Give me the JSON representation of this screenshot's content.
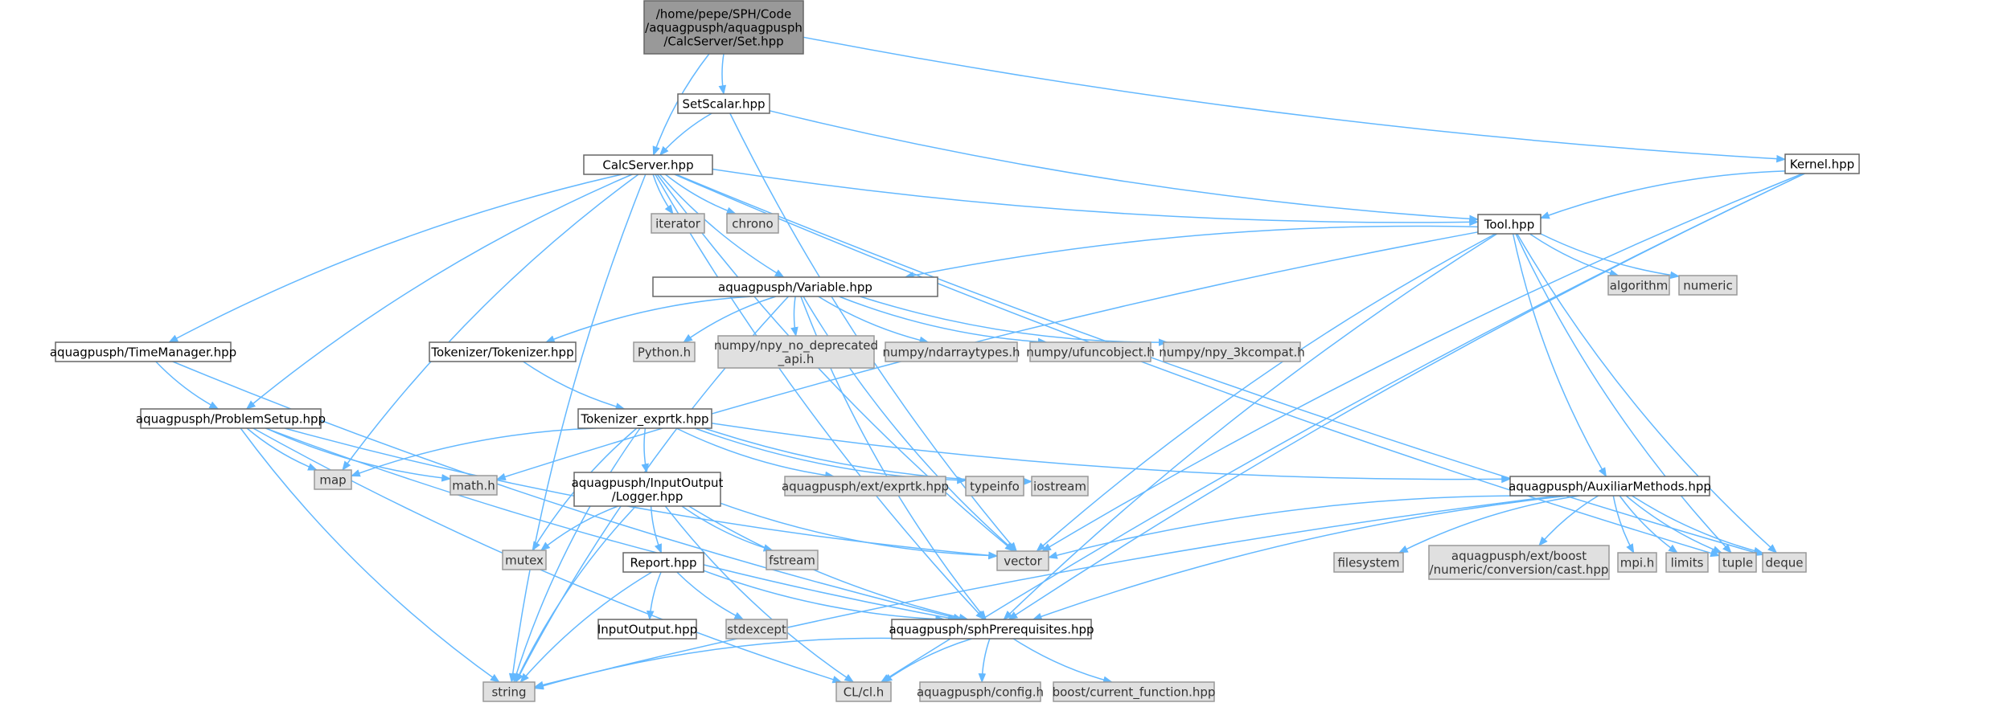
{
  "colors": {
    "edge": "#63b8ff",
    "root_fill": "#999999",
    "file_fill": "#ffffff",
    "system_fill": "#e0e0e0",
    "border": "#666666"
  },
  "nodes": [
    {
      "id": "set",
      "kind": "root",
      "lines": [
        "/home/pepe/SPH/Code",
        "/aquagpusph/aquagpusph",
        "/CalcServer/Set.hpp"
      ]
    },
    {
      "id": "setscalar",
      "kind": "file",
      "lines": [
        "SetScalar.hpp"
      ]
    },
    {
      "id": "kernel",
      "kind": "file",
      "lines": [
        "Kernel.hpp"
      ]
    },
    {
      "id": "calcserver",
      "kind": "file",
      "lines": [
        "CalcServer.hpp"
      ]
    },
    {
      "id": "iterator",
      "kind": "system",
      "lines": [
        "iterator"
      ]
    },
    {
      "id": "chrono",
      "kind": "system",
      "lines": [
        "chrono"
      ]
    },
    {
      "id": "tool",
      "kind": "file",
      "lines": [
        "Tool.hpp"
      ]
    },
    {
      "id": "algorithm",
      "kind": "system",
      "lines": [
        "algorithm"
      ]
    },
    {
      "id": "numeric",
      "kind": "system",
      "lines": [
        "numeric"
      ]
    },
    {
      "id": "variable",
      "kind": "file",
      "lines": [
        "aquagpusph/Variable.hpp"
      ]
    },
    {
      "id": "timemanager",
      "kind": "file",
      "lines": [
        "aquagpusph/TimeManager.hpp"
      ]
    },
    {
      "id": "tokenizer",
      "kind": "file",
      "lines": [
        "Tokenizer/Tokenizer.hpp"
      ]
    },
    {
      "id": "pythonh",
      "kind": "system",
      "lines": [
        "Python.h"
      ]
    },
    {
      "id": "npydep",
      "kind": "system",
      "lines": [
        "numpy/npy_no_deprecated",
        "_api.h"
      ]
    },
    {
      "id": "ndarray",
      "kind": "system",
      "lines": [
        "numpy/ndarraytypes.h"
      ]
    },
    {
      "id": "ufunc",
      "kind": "system",
      "lines": [
        "numpy/ufuncobject.h"
      ]
    },
    {
      "id": "npy3k",
      "kind": "system",
      "lines": [
        "numpy/npy_3kcompat.h"
      ]
    },
    {
      "id": "problemsetup",
      "kind": "file",
      "lines": [
        "aquagpusph/ProblemSetup.hpp"
      ]
    },
    {
      "id": "exprtk",
      "kind": "file",
      "lines": [
        "Tokenizer_exprtk.hpp"
      ]
    },
    {
      "id": "map",
      "kind": "system",
      "lines": [
        "map"
      ]
    },
    {
      "id": "mathh",
      "kind": "system",
      "lines": [
        "math.h"
      ]
    },
    {
      "id": "logger",
      "kind": "file",
      "lines": [
        "aquagpusph/InputOutput",
        "/Logger.hpp"
      ]
    },
    {
      "id": "extexprtk",
      "kind": "system",
      "lines": [
        "aquagpusph/ext/exprtk.hpp"
      ]
    },
    {
      "id": "typeinfo",
      "kind": "system",
      "lines": [
        "typeinfo"
      ]
    },
    {
      "id": "iostream",
      "kind": "system",
      "lines": [
        "iostream"
      ]
    },
    {
      "id": "auxiliar",
      "kind": "file",
      "lines": [
        "aquagpusph/AuxiliarMethods.hpp"
      ]
    },
    {
      "id": "mutex",
      "kind": "system",
      "lines": [
        "mutex"
      ]
    },
    {
      "id": "fstream",
      "kind": "system",
      "lines": [
        "fstream"
      ]
    },
    {
      "id": "vector",
      "kind": "system",
      "lines": [
        "vector"
      ]
    },
    {
      "id": "filesystem",
      "kind": "system",
      "lines": [
        "filesystem"
      ]
    },
    {
      "id": "boostcast",
      "kind": "system",
      "lines": [
        "aquagpusph/ext/boost",
        "/numeric/conversion/cast.hpp"
      ]
    },
    {
      "id": "mpih",
      "kind": "system",
      "lines": [
        "mpi.h"
      ]
    },
    {
      "id": "limits",
      "kind": "system",
      "lines": [
        "limits"
      ]
    },
    {
      "id": "tuple",
      "kind": "system",
      "lines": [
        "tuple"
      ]
    },
    {
      "id": "deque",
      "kind": "system",
      "lines": [
        "deque"
      ]
    },
    {
      "id": "report",
      "kind": "file",
      "lines": [
        "Report.hpp"
      ]
    },
    {
      "id": "inputoutput",
      "kind": "file",
      "lines": [
        "InputOutput.hpp"
      ]
    },
    {
      "id": "stdexcept",
      "kind": "system",
      "lines": [
        "stdexcept"
      ]
    },
    {
      "id": "sphprereq",
      "kind": "file",
      "lines": [
        "aquagpusph/sphPrerequisites.hpp"
      ]
    },
    {
      "id": "string",
      "kind": "system",
      "lines": [
        "string"
      ]
    },
    {
      "id": "clh",
      "kind": "system",
      "lines": [
        "CL/cl.h"
      ]
    },
    {
      "id": "config",
      "kind": "system",
      "lines": [
        "aquagpusph/config.h"
      ]
    },
    {
      "id": "boostfunc",
      "kind": "system",
      "lines": [
        "boost/current_function.hpp"
      ]
    }
  ],
  "edges": [
    [
      "set",
      "setscalar"
    ],
    [
      "set",
      "calcserver"
    ],
    [
      "set",
      "kernel"
    ],
    [
      "setscalar",
      "calcserver"
    ],
    [
      "setscalar",
      "tool"
    ],
    [
      "setscalar",
      "vector"
    ],
    [
      "kernel",
      "tool"
    ],
    [
      "kernel",
      "vector"
    ],
    [
      "kernel",
      "sphprereq"
    ],
    [
      "kernel",
      "clh"
    ],
    [
      "calcserver",
      "iterator"
    ],
    [
      "calcserver",
      "chrono"
    ],
    [
      "calcserver",
      "tool"
    ],
    [
      "calcserver",
      "variable"
    ],
    [
      "calcserver",
      "timemanager"
    ],
    [
      "calcserver",
      "problemsetup"
    ],
    [
      "calcserver",
      "map"
    ],
    [
      "calcserver",
      "string"
    ],
    [
      "calcserver",
      "vector"
    ],
    [
      "calcserver",
      "deque"
    ],
    [
      "calcserver",
      "sphprereq"
    ],
    [
      "calcserver",
      "tuple"
    ],
    [
      "tool",
      "variable"
    ],
    [
      "tool",
      "algorithm"
    ],
    [
      "tool",
      "numeric"
    ],
    [
      "tool",
      "auxiliar"
    ],
    [
      "tool",
      "vector"
    ],
    [
      "tool",
      "tuple"
    ],
    [
      "tool",
      "deque"
    ],
    [
      "tool",
      "sphprereq"
    ],
    [
      "tool",
      "mathh"
    ],
    [
      "variable",
      "tokenizer"
    ],
    [
      "variable",
      "pythonh"
    ],
    [
      "variable",
      "npydep"
    ],
    [
      "variable",
      "ndarray"
    ],
    [
      "variable",
      "ufunc"
    ],
    [
      "variable",
      "npy3k"
    ],
    [
      "variable",
      "string"
    ],
    [
      "variable",
      "vector"
    ],
    [
      "variable",
      "sphprereq"
    ],
    [
      "timemanager",
      "problemsetup"
    ],
    [
      "timemanager",
      "sphprereq"
    ],
    [
      "tokenizer",
      "exprtk"
    ],
    [
      "problemsetup",
      "map"
    ],
    [
      "problemsetup",
      "mathh"
    ],
    [
      "problemsetup",
      "string"
    ],
    [
      "problemsetup",
      "vector"
    ],
    [
      "problemsetup",
      "sphprereq"
    ],
    [
      "problemsetup",
      "clh"
    ],
    [
      "exprtk",
      "map"
    ],
    [
      "exprtk",
      "logger"
    ],
    [
      "exprtk",
      "extexprtk"
    ],
    [
      "exprtk",
      "typeinfo"
    ],
    [
      "exprtk",
      "iostream"
    ],
    [
      "exprtk",
      "auxiliar"
    ],
    [
      "exprtk",
      "mutex"
    ],
    [
      "exprtk",
      "string"
    ],
    [
      "logger",
      "mutex"
    ],
    [
      "logger",
      "fstream"
    ],
    [
      "logger",
      "vector"
    ],
    [
      "logger",
      "report"
    ],
    [
      "logger",
      "string"
    ],
    [
      "logger",
      "sphprereq"
    ],
    [
      "logger",
      "clh"
    ],
    [
      "auxiliar",
      "vector"
    ],
    [
      "auxiliar",
      "filesystem"
    ],
    [
      "auxiliar",
      "boostcast"
    ],
    [
      "auxiliar",
      "mpih"
    ],
    [
      "auxiliar",
      "limits"
    ],
    [
      "auxiliar",
      "tuple"
    ],
    [
      "auxiliar",
      "deque"
    ],
    [
      "auxiliar",
      "sphprereq"
    ],
    [
      "auxiliar",
      "string"
    ],
    [
      "report",
      "inputoutput"
    ],
    [
      "report",
      "stdexcept"
    ],
    [
      "report",
      "sphprereq"
    ],
    [
      "report",
      "string"
    ],
    [
      "sphprereq",
      "string"
    ],
    [
      "sphprereq",
      "clh"
    ],
    [
      "sphprereq",
      "config"
    ],
    [
      "sphprereq",
      "boostfunc"
    ]
  ]
}
